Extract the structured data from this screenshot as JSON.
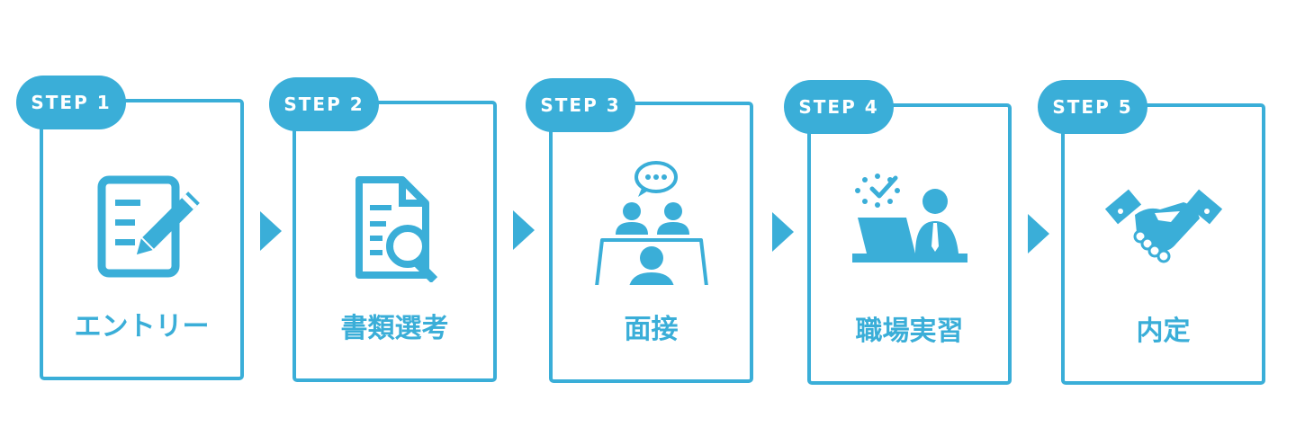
{
  "accent_color": "#3aaed8",
  "steps": [
    {
      "badge": "STEP 1",
      "label": "エントリー",
      "icon": "edit-document-icon"
    },
    {
      "badge": "STEP 2",
      "label": "書類選考",
      "icon": "document-search-icon"
    },
    {
      "badge": "STEP 3",
      "label": "面接",
      "icon": "interview-icon"
    },
    {
      "badge": "STEP 4",
      "label": "職場実習",
      "icon": "workplace-training-icon"
    },
    {
      "badge": "STEP 5",
      "label": "内定",
      "icon": "handshake-icon"
    }
  ],
  "arrows": [
    "arrow-right-icon",
    "arrow-right-icon",
    "arrow-right-icon",
    "arrow-right-icon"
  ]
}
